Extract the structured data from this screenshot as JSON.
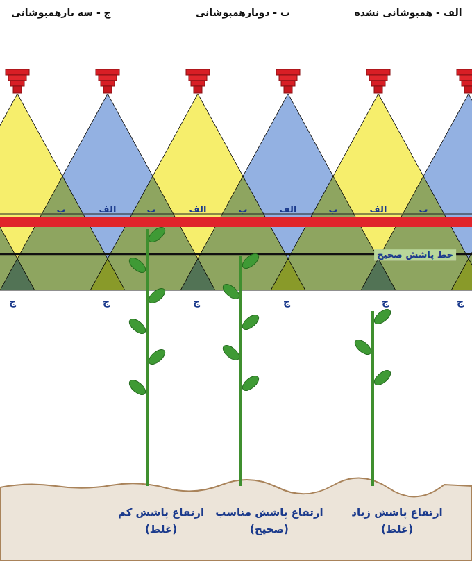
{
  "diagram": {
    "labels": [
      "الف - همپوشانی نشده",
      "ب - دوبارهمپوشانی",
      "ج - سه بارهمپوشانی",
      "ب",
      "الف",
      "ب",
      "الف",
      "ب",
      "الف",
      "ب",
      "الف",
      "ب",
      "خط پاشش صحیح",
      "ج",
      "ج",
      "ج",
      "ج",
      "ج",
      "ج",
      "ارتفاع پاشش کم",
      "(غلط)",
      "ارتفاع پاشش مناسب",
      "(صحیح)",
      "ارتفاع پاشش زیاد",
      "(غلط)"
    ]
  }
}
